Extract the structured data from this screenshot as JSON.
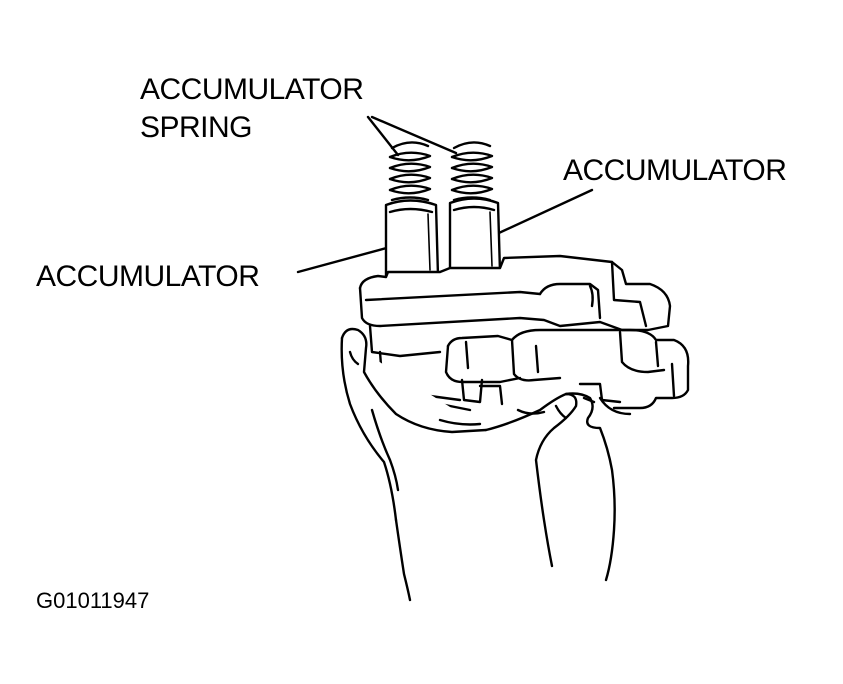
{
  "labels": {
    "spring_line1": "ACCUMULATOR",
    "spring_line2": "SPRING",
    "accumulator_right": "ACCUMULATOR",
    "accumulator_left": "ACCUMULATOR"
  },
  "figure_code": "G01011947",
  "colors": {
    "ink": "#000000",
    "paper": "#ffffff"
  }
}
